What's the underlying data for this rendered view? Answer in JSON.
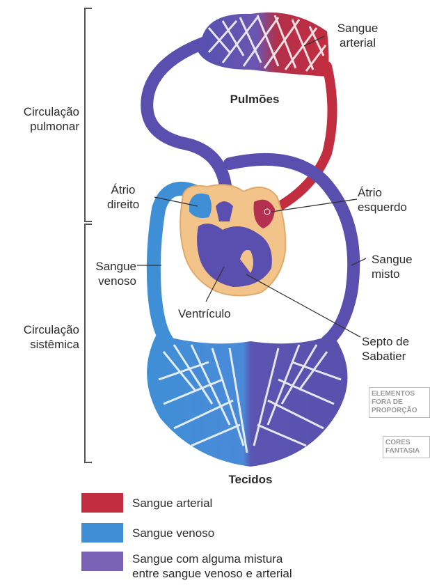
{
  "labels": {
    "circ_pulmonar": "Circulação\npulmonar",
    "circ_sistemica": "Circulação\nsistêmica",
    "sangue_arterial": "Sangue\narterial",
    "pulmoes": "Pulmões",
    "atrio_direito": "Átrio\ndireito",
    "atrio_esquerdo": "Átrio\nesquerdo",
    "sangue_venoso": "Sangue\nvenoso",
    "sangue_misto": "Sangue\nmisto",
    "ventriculo": "Ventrículo",
    "septo": "Septo de\nSabatier",
    "tecidos": "Tecidos"
  },
  "badges": {
    "proporcao": "ELEMENTOS\nFORA DE\nPROPORÇÃO",
    "cores": "CORES\nFANTASIA"
  },
  "legend": [
    {
      "label": "Sangue arterial",
      "color": "#c22d3f"
    },
    {
      "label": "Sangue venoso",
      "color": "#3f8fd6"
    },
    {
      "label": "Sangue com alguma mistura\nentre sangue venoso e arterial",
      "color": "#7a63b6"
    }
  ],
  "colors": {
    "arterial": "#c22d3f",
    "venoso": "#3f8fd6",
    "misto": "#5a4fae",
    "heart_wall": "#f3c48a"
  }
}
